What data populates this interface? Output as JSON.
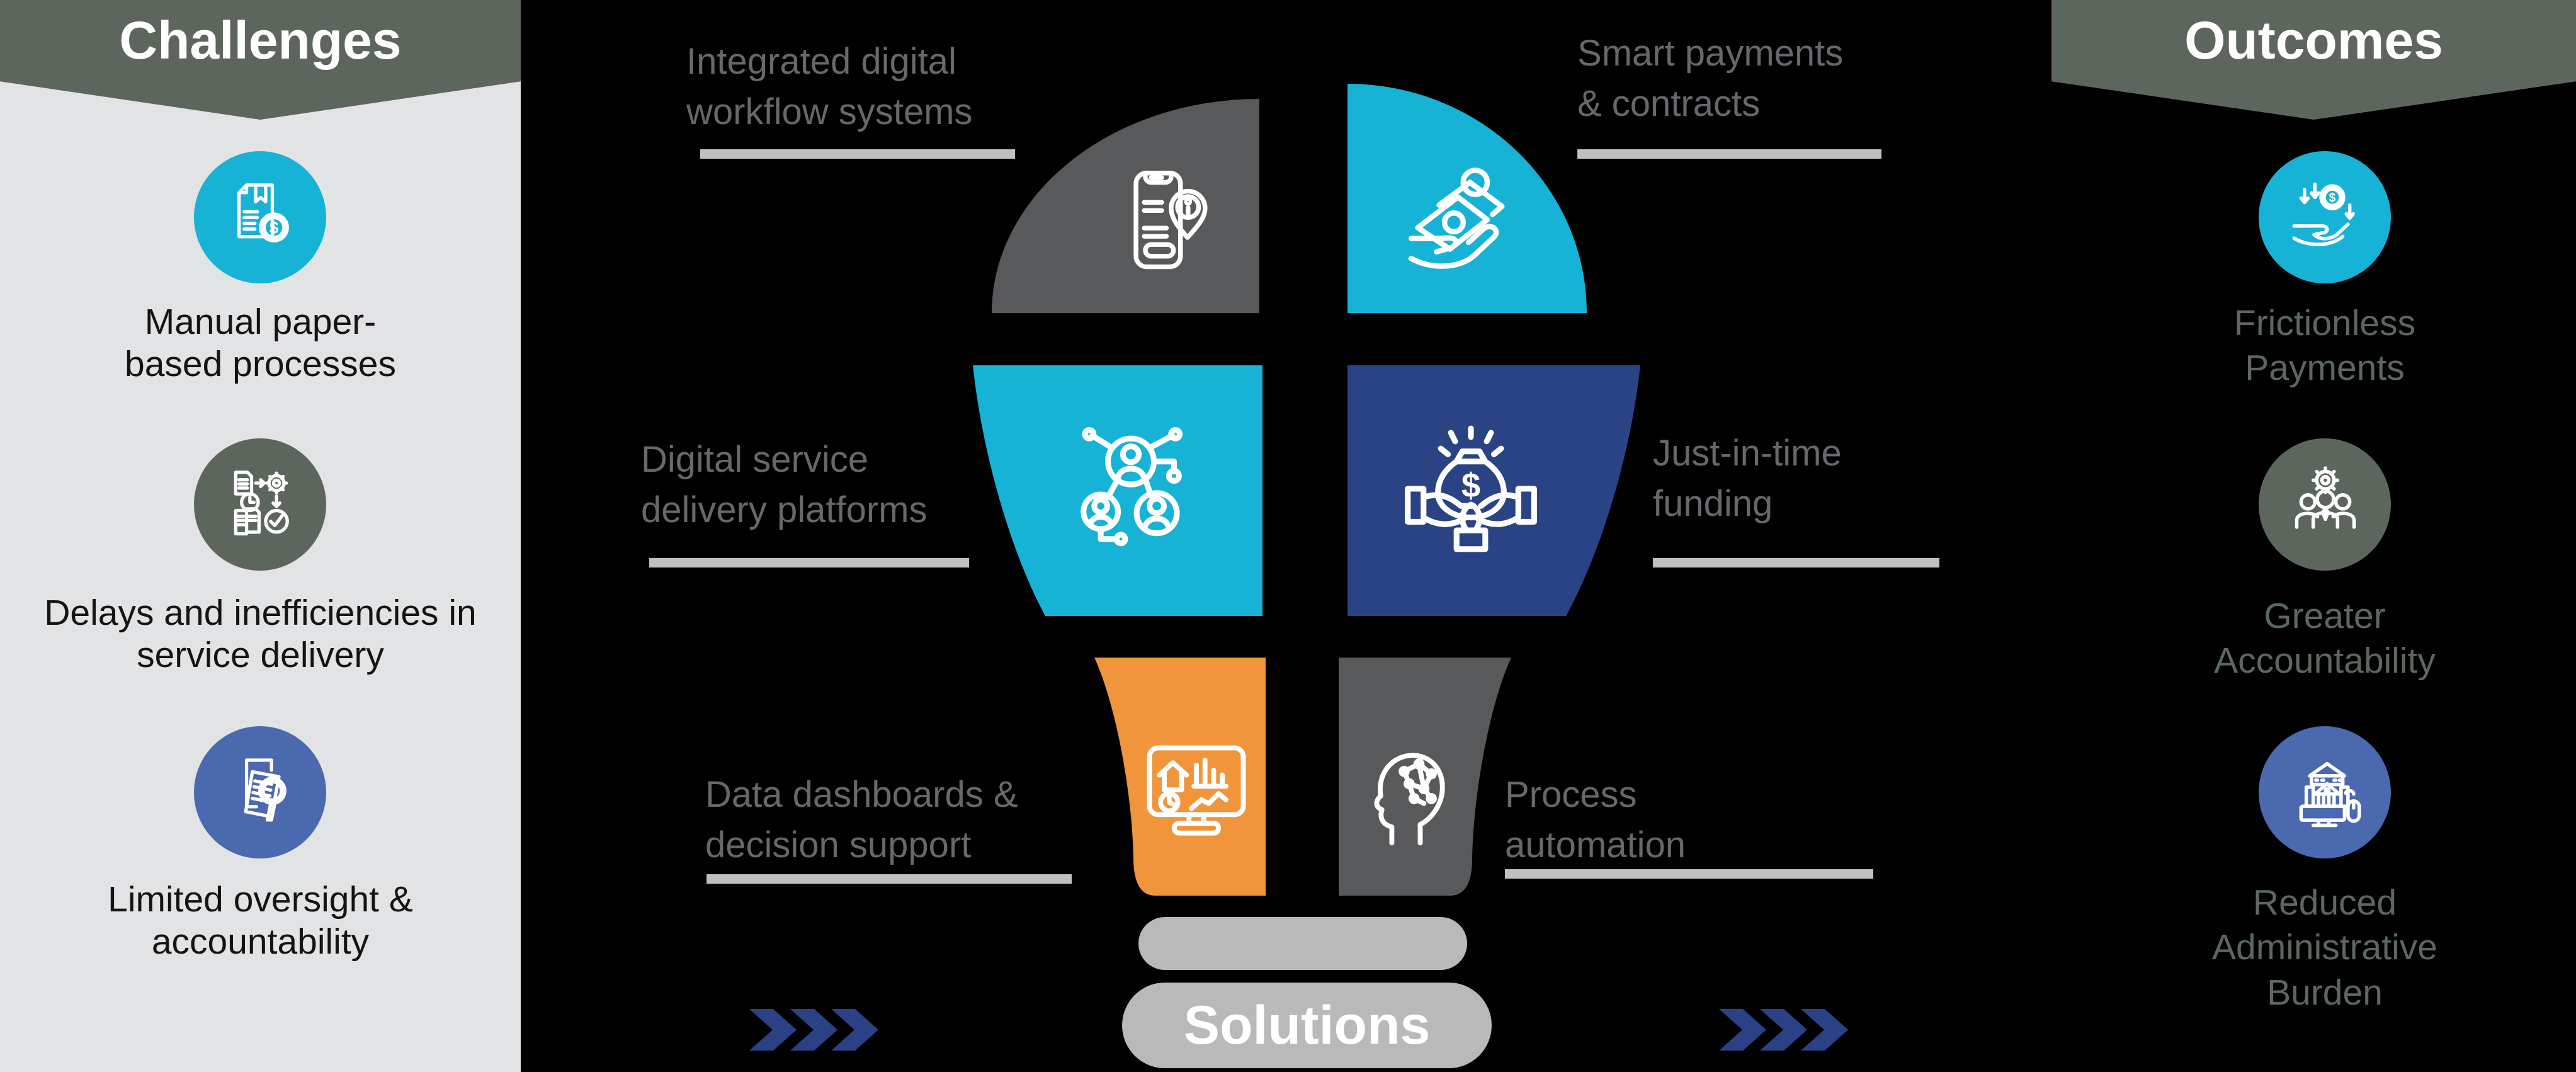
{
  "colors": {
    "background": "#000000",
    "panel_bg": "#e2e3e5",
    "banner_olive": "#5d665c",
    "cyan": "#16b3d7",
    "blue": "#4b69ae",
    "navy": "#2a4385",
    "orange": "#f0953b",
    "dark_gray": "#58595b",
    "light_gray": "#b9b9b9",
    "underline_gray": "#bfc0c1",
    "solution_label_gray": "#66686c",
    "outcome_label_green_gray": "#5c675f",
    "chevron_navy": "#2b4186"
  },
  "challenges": {
    "title": "Challenges",
    "items": [
      {
        "icon": "invoice-dollar-icon",
        "label": "Manual paper-\nbased processes"
      },
      {
        "icon": "workflow-delay-icon",
        "label": "Delays and inefficiencies in\nservice delivery"
      },
      {
        "icon": "document-magnifier-icon",
        "label": "Limited oversight &\naccountability"
      }
    ]
  },
  "solutions": {
    "center_label": "Solutions",
    "items": [
      {
        "icon": "phone-info-icon",
        "label": "Integrated digital\nworkflow systems"
      },
      {
        "icon": "hand-money-icon",
        "label": "Smart payments\n& contracts"
      },
      {
        "icon": "people-network-icon",
        "label": "Digital service\ndelivery platforms"
      },
      {
        "icon": "moneybag-hands-icon",
        "label": "Just-in-time\nfunding"
      },
      {
        "icon": "dashboard-monitor-icon",
        "label": "Data dashboards &\ndecision support"
      },
      {
        "icon": "ai-head-icon",
        "label": "Process\nautomation"
      }
    ]
  },
  "outcomes": {
    "title": "Outcomes",
    "items": [
      {
        "icon": "payment-decrease-icon",
        "label": "Frictionless\nPayments"
      },
      {
        "icon": "team-gear-icon",
        "label": "Greater\nAccountability"
      },
      {
        "icon": "egov-building-icon",
        "label": "Reduced\nAdministrative\nBurden"
      }
    ]
  }
}
